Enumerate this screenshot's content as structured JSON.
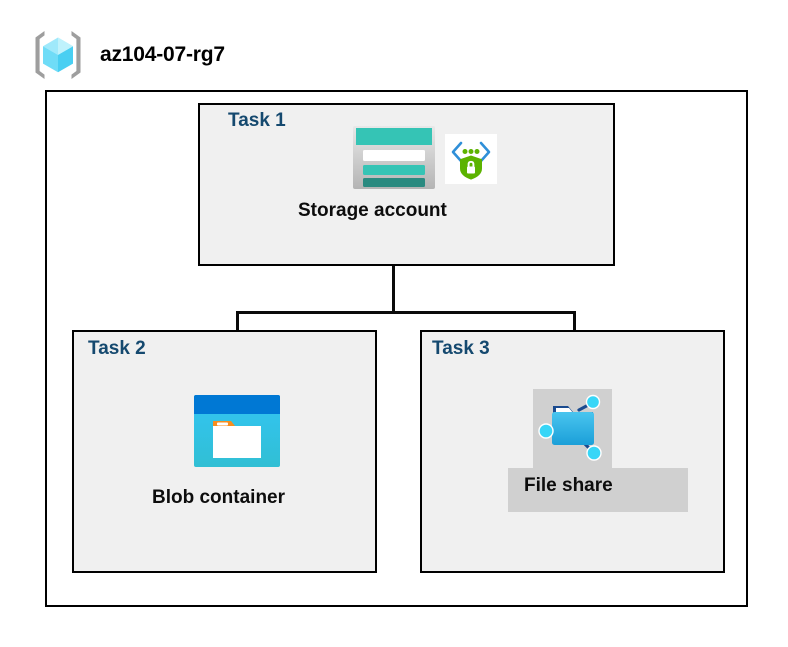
{
  "diagram": {
    "type": "azure-architecture",
    "resource_group": {
      "name": "az104-07-rg7",
      "icon": "resource-group-cube-icon"
    },
    "nodes": [
      {
        "id": "task1",
        "task_label": "Task 1",
        "caption": "Storage account",
        "icons": [
          "storage-account-icon",
          "secure-endpoint-shield-icon"
        ]
      },
      {
        "id": "task2",
        "task_label": "Task 2",
        "caption": "Blob container",
        "icons": [
          "blob-container-icon"
        ]
      },
      {
        "id": "task3",
        "task_label": "Task 3",
        "caption": "File share",
        "icons": [
          "file-share-icon"
        ]
      }
    ],
    "connections": [
      {
        "from": "task1",
        "to": "task2"
      },
      {
        "from": "task1",
        "to": "task3"
      }
    ],
    "colors": {
      "task_label": "#15496f",
      "caption": "#0d0d0d",
      "box_border": "#000000",
      "box_fill": "#f0f0f0",
      "canvas": "#ffffff",
      "plate_gray": "#d0d0d0",
      "storage_teal": "#35c4b5",
      "storage_teal_dark": "#2a8a80",
      "blob_blue": "#0078d4",
      "blob_cyan": "#32bedd",
      "blob_orange": "#f78d1e",
      "shield_green": "#5cb300",
      "cube_cyan": "#9cebfb",
      "connector": "#0a0a0a"
    }
  }
}
